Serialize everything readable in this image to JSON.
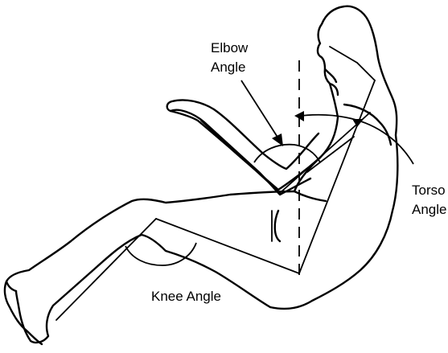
{
  "labels": {
    "elbow_line1": "Elbow",
    "elbow_line2": "Angle",
    "torso_line1": "Torso",
    "torso_line2": "Angle",
    "knee": "Knee Angle"
  },
  "colors": {
    "line": "#000000",
    "background": "#ffffff"
  }
}
